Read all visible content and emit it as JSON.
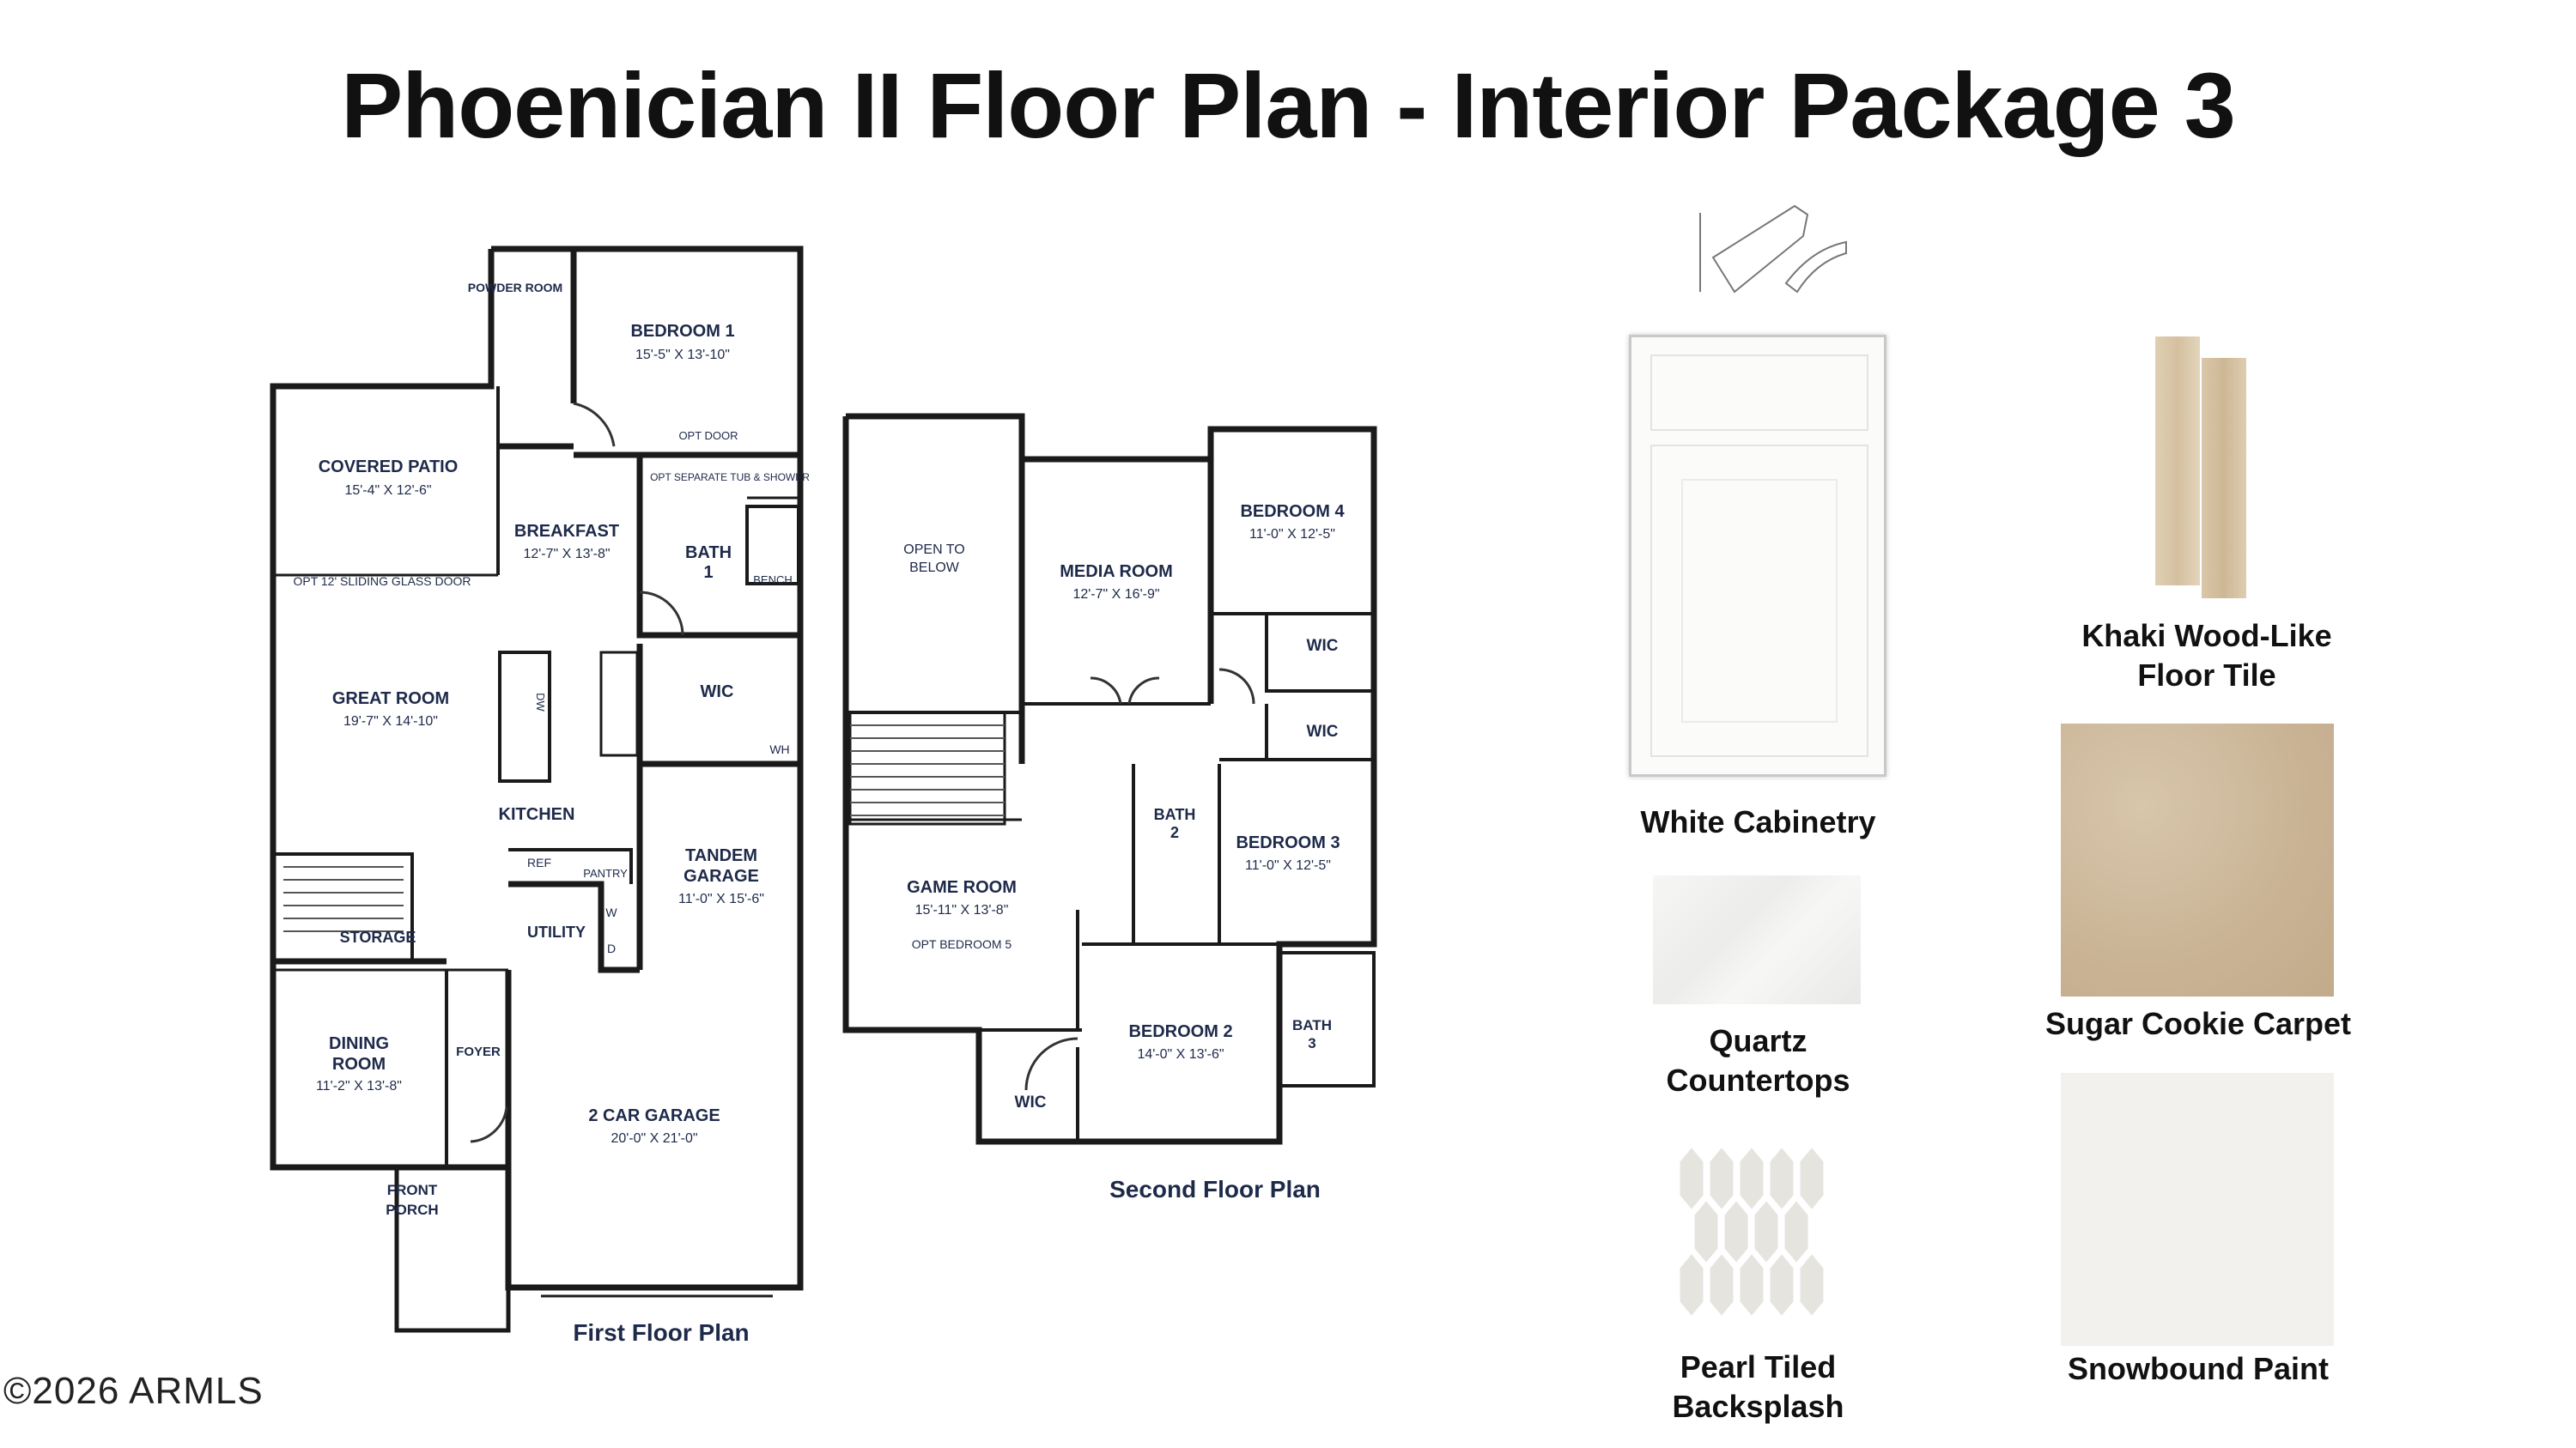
{
  "title": "Phoenician II Floor Plan - Interior Package 3",
  "first_floor": {
    "caption": "First Floor Plan",
    "rooms": {
      "powder": "POWDER ROOM",
      "bedroom1": "BEDROOM 1",
      "bedroom1_dim": "15'-5\" X 13'-10\"",
      "opt_door": "OPT DOOR",
      "opt_tub": "OPT SEPARATE TUB & SHOWER",
      "covered_patio": "COVERED PATIO",
      "covered_patio_dim": "15'-4\" X 12'-6\"",
      "breakfast": "BREAKFAST",
      "breakfast_dim": "12'-7\" X 13'-8\"",
      "bath1": "BATH",
      "bath1_num": "1",
      "bench": "BENCH",
      "opt_slider": "OPT 12' SLIDING GLASS DOOR",
      "great_room": "GREAT ROOM",
      "great_room_dim": "19'-7\" X 14'-10\"",
      "dw": "DW",
      "wic": "WIC",
      "wh": "WH",
      "kitchen": "KITCHEN",
      "ref": "REF",
      "pantry": "PANTRY",
      "tandem_garage": "TANDEM",
      "tandem_garage2": "GARAGE",
      "tandem_dim": "11'-0\" X 15'-6\"",
      "storage": "STORAGE",
      "utility": "UTILITY",
      "w": "W",
      "d": "D",
      "dining": "DINING",
      "dining2": "ROOM",
      "dining_dim": "11'-2\" X 13'-8\"",
      "foyer": "FOYER",
      "garage2": "2 CAR GARAGE",
      "garage2_dim": "20'-0\" X 21'-0\"",
      "front_porch": "FRONT",
      "front_porch2": "PORCH"
    }
  },
  "second_floor": {
    "caption": "Second Floor Plan",
    "rooms": {
      "open_below": "OPEN TO",
      "open_below2": "BELOW",
      "media": "MEDIA ROOM",
      "media_dim": "12'-7\" X 16'-9\"",
      "bedroom4": "BEDROOM 4",
      "bedroom4_dim": "11'-0\" X 12'-5\"",
      "wic_a": "WIC",
      "wic_b": "WIC",
      "bath2": "BATH",
      "bath2_num": "2",
      "game": "GAME ROOM",
      "game_dim": "15'-11\" X 13'-8\"",
      "game_opt": "OPT BEDROOM 5",
      "bedroom3": "BEDROOM 3",
      "bedroom3_dim": "11'-0\" X 12'-5\"",
      "bedroom2": "BEDROOM 2",
      "bedroom2_dim": "14'-0\" X 13'-6\"",
      "bath3": "BATH",
      "bath3_num": "3",
      "wic_c": "WIC"
    }
  },
  "finishes": {
    "cabinetry": "White Cabinetry",
    "floor_tile_1": "Khaki Wood-Like",
    "floor_tile_2": "Floor Tile",
    "countertops_1": "Quartz",
    "countertops_2": "Countertops",
    "carpet": "Sugar Cookie Carpet",
    "backsplash_1": "Pearl Tiled",
    "backsplash_2": "Backsplash",
    "paint": "Snowbound Paint"
  },
  "colors": {
    "wall": "#1a1a1a",
    "label": "#1e2a4a",
    "wood": "#d9c7a8",
    "carpet": "#cdb89b",
    "paint": "#f2f1ee",
    "quartz": "#f3f3f2"
  },
  "watermark": "©2026 ARMLS"
}
